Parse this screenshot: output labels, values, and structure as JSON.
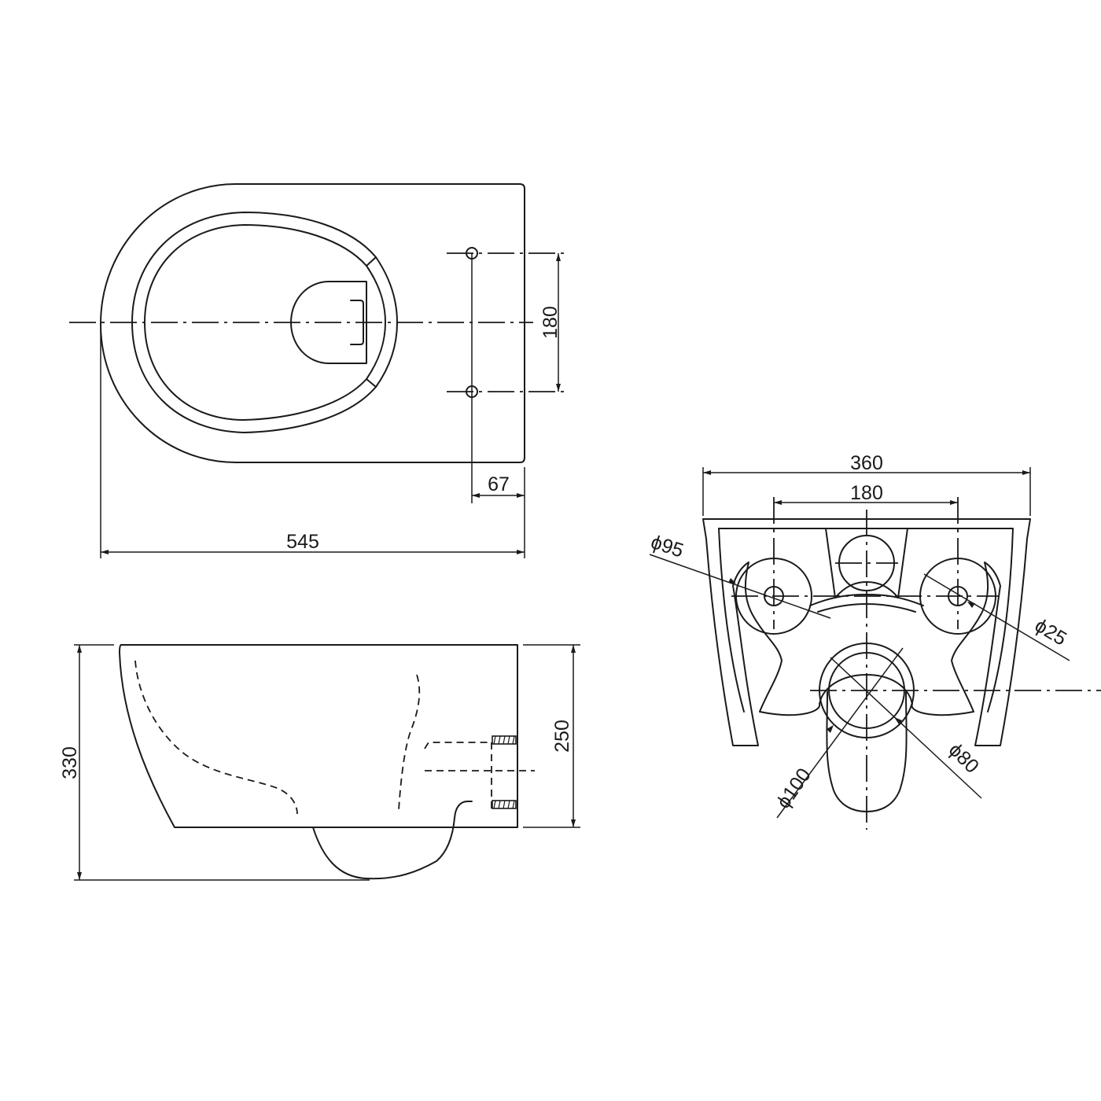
{
  "top_view": {
    "dim_length": "545",
    "dim_fixing_spacing": "180",
    "dim_fixing_offset": "67"
  },
  "side_view": {
    "dim_total_height": "330",
    "dim_body_height": "250"
  },
  "rear_view": {
    "dim_width": "360",
    "dim_fixing_spacing": "180",
    "dim_d95": "ϕ95",
    "dim_d25": "ϕ25",
    "dim_d100": "ϕ100",
    "dim_d80": "ϕ80"
  },
  "colors": {
    "line": "#1a1a1a",
    "background": "#ffffff"
  }
}
